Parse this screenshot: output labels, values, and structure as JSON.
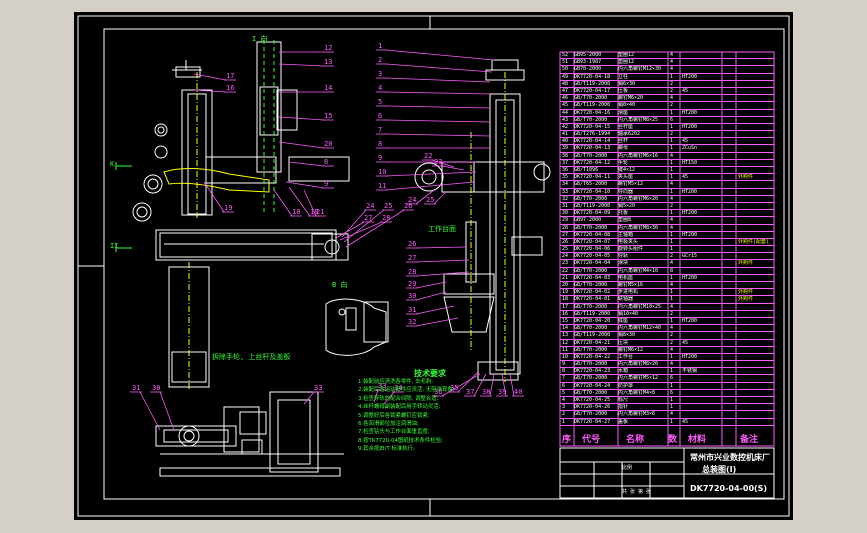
{
  "colors": {
    "background": "#d4d0c8",
    "canvas": "#000000",
    "outline": "#ffffff",
    "leader": "#ff5bff",
    "notes": "#33ff33",
    "highlight": "#ffff00",
    "accent": "#00ffff"
  },
  "views": {
    "top_right_view": "I 向",
    "k_marker": "K",
    "ii_marker": "II",
    "view_b": "B 向",
    "handwheel_caption": "拆除手轮, 上丝杆及盖板",
    "work_table": "工作台面"
  },
  "left_callouts": [
    "17",
    "16",
    "12",
    "13",
    "14",
    "15",
    "20",
    "8",
    "9",
    "10",
    "18",
    "19",
    "21",
    "24",
    "25",
    "26",
    "27",
    "28",
    "31",
    "30",
    "33"
  ],
  "center_callouts": [
    "1",
    "2",
    "3",
    "4",
    "5",
    "6",
    "7",
    "8",
    "9",
    "10",
    "11",
    "22",
    "23",
    "24",
    "25",
    "26",
    "27",
    "28",
    "29",
    "30",
    "31",
    "32",
    "33",
    "34",
    "35",
    "36",
    "37",
    "38",
    "39",
    "40"
  ],
  "tech_requirements": {
    "title": "技术要求",
    "items": [
      "1.装配前应清洗各零件, 去毛刺;",
      "2.装配后各运动部件应灵活, 无阻滞现象;",
      "3.检查导轨的配合间隙, 调整合适;",
      "4.丝杆螺母副装配后用手转动灵活;",
      "5.调整好后各锁紧螺钉应锁紧;",
      "6.各润滑部位加注润滑油;",
      "7.检查钻头与工作台面垂直度;",
      "8.按TK7720-04图纸技术条件检验;",
      "9.其余按JB/T 标准执行。"
    ]
  },
  "bom": {
    "header": [
      "序",
      "代号",
      "名称",
      "数",
      "材料",
      "备注"
    ],
    "rows": [
      [
        "52",
        "GB95-2000",
        "垫圈12",
        "4",
        "",
        ""
      ],
      [
        "51",
        "GB93-1987",
        "垫圈12",
        "4",
        "",
        ""
      ],
      [
        "50",
        "GB70-2000",
        "内六角螺钉M12×30",
        "4",
        "",
        ""
      ],
      [
        "49",
        "DK7720-04-18",
        "立柱",
        "1",
        "HT200",
        ""
      ],
      [
        "48",
        "GB/T119-2000",
        "销6×30",
        "2",
        "",
        ""
      ],
      [
        "47",
        "DK7720-04-17",
        "压板",
        "2",
        "45",
        ""
      ],
      [
        "46",
        "GB/T70-2000",
        "螺钉M6×20",
        "4",
        "",
        ""
      ],
      [
        "45",
        "GB/T119-2000",
        "销8×40",
        "2",
        "",
        ""
      ],
      [
        "44",
        "DK7720-04-16",
        "滑座",
        "1",
        "HT200",
        ""
      ],
      [
        "43",
        "GB/T70-2000",
        "内六角螺钉M8×25",
        "6",
        "",
        ""
      ],
      [
        "42",
        "DK7720-04-15",
        "丝杆座",
        "1",
        "HT200",
        ""
      ],
      [
        "41",
        "GB/T276-1994",
        "轴承6202",
        "2",
        "",
        ""
      ],
      [
        "40",
        "DK7720-04-14",
        "丝杆",
        "1",
        "45",
        ""
      ],
      [
        "39",
        "DK7720-04-13",
        "螺母",
        "1",
        "ZCuSn",
        ""
      ],
      [
        "38",
        "GB/T70-2000",
        "内六角螺钉M6×16",
        "4",
        "",
        ""
      ],
      [
        "37",
        "DK7720-04-12",
        "手轮",
        "1",
        "HT150",
        ""
      ],
      [
        "36",
        "GB/T1096",
        "键4×12",
        "1",
        "",
        ""
      ],
      [
        "35",
        "DK7720-04-11",
        "夹头座",
        "1",
        "45",
        "外购件"
      ],
      [
        "34",
        "GB/T65-2000",
        "螺钉M5×12",
        "4",
        "",
        ""
      ],
      [
        "33",
        "DK7720-04-10",
        "导向器",
        "1",
        "HT200",
        ""
      ],
      [
        "32",
        "GB/T70-2000",
        "内六角螺钉M6×20",
        "4",
        "",
        ""
      ],
      [
        "31",
        "GB/T119-2000",
        "销5×20",
        "2",
        "",
        ""
      ],
      [
        "30",
        "DK7720-04-09",
        "托板",
        "1",
        "HT200",
        ""
      ],
      [
        "29",
        "GB97-2000",
        "垫圈8",
        "4",
        "",
        ""
      ],
      [
        "28",
        "GB/T70-2000",
        "内六角螺钉M8×30",
        "4",
        "",
        ""
      ],
      [
        "27",
        "DK7720-04-08",
        "主轴箱",
        "1",
        "HT200",
        ""
      ],
      [
        "26",
        "DK7720-04-07",
        "电极夹头",
        "1",
        "",
        "外购件(配套)"
      ],
      [
        "25",
        "DK7720-04-06",
        "旋转头组件",
        "1",
        "",
        ""
      ],
      [
        "24",
        "DK7720-04-05",
        "导轨",
        "2",
        "GCr15",
        ""
      ],
      [
        "23",
        "DK7720-04-04",
        "滑块",
        "4",
        "",
        "外购件"
      ],
      [
        "22",
        "GB/T70-2000",
        "内六角螺钉M4×10",
        "8",
        "",
        ""
      ],
      [
        "21",
        "DK7720-04-03",
        "电机座",
        "1",
        "HT200",
        ""
      ],
      [
        "20",
        "GB/T70-2000",
        "螺钉M5×16",
        "4",
        "",
        ""
      ],
      [
        "19",
        "DK7720-04-02",
        "步进电机",
        "1",
        "",
        "外购件"
      ],
      [
        "18",
        "DK7720-04-01",
        "联轴器",
        "1",
        "",
        "外购件"
      ],
      [
        "17",
        "GB/T70-2000",
        "内六角螺钉M10×25",
        "4",
        "",
        ""
      ],
      [
        "16",
        "GB/T119-2000",
        "销10×40",
        "2",
        "",
        ""
      ],
      [
        "15",
        "DK7720-04-20",
        "底座",
        "1",
        "HT200",
        ""
      ],
      [
        "14",
        "GB/T70-2000",
        "内六角螺钉M12×40",
        "4",
        "",
        ""
      ],
      [
        "13",
        "GB/T119-2000",
        "销8×30",
        "2",
        "",
        ""
      ],
      [
        "12",
        "DK7720-04-21",
        "压块",
        "2",
        "45",
        ""
      ],
      [
        "11",
        "GB/T70-2000",
        "螺钉M6×12",
        "4",
        "",
        ""
      ],
      [
        "10",
        "DK7720-04-22",
        "工作台",
        "1",
        "HT200",
        ""
      ],
      [
        "9",
        "GB/T70-2000",
        "内六角螺钉M8×20",
        "4",
        "",
        ""
      ],
      [
        "8",
        "DK7720-04-23",
        "水箱",
        "1",
        "不锈钢",
        ""
      ],
      [
        "7",
        "GB/T70-2000",
        "内六角螺钉M5×12",
        "6",
        "",
        ""
      ],
      [
        "6",
        "DK7720-04-24",
        "防护罩",
        "1",
        "",
        ""
      ],
      [
        "5",
        "GB/T70-2000",
        "内六角螺钉M4×8",
        "6",
        "",
        ""
      ],
      [
        "4",
        "DK7720-04-25",
        "标尺",
        "1",
        "",
        ""
      ],
      [
        "3",
        "DK7720-04-26",
        "指针",
        "1",
        "",
        ""
      ],
      [
        "2",
        "GB/T70-2000",
        "内六角螺钉M3×6",
        "4",
        "",
        ""
      ],
      [
        "1",
        "DK7720-04-27",
        "盖板",
        "1",
        "45",
        ""
      ]
    ]
  },
  "title_block": {
    "company": "常州市兴业数控机床厂",
    "drawing_name": "总装图(I)",
    "drawing_number": "DK7720-04-00(S)",
    "scale_label": "比例",
    "sheet_label": "共 张 第 张"
  }
}
